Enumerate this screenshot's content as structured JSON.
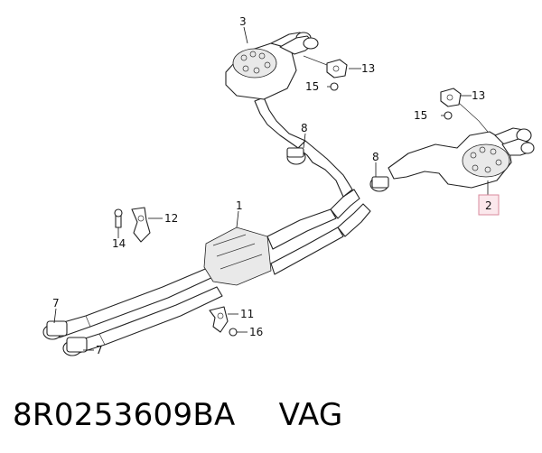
{
  "part_number": "8R0253609BA",
  "brand": "VAG",
  "highlight_color": "#fbe8ec",
  "highlight_border": "#d98a9c",
  "callouts": {
    "c1": "1",
    "c2": "2",
    "c3": "3",
    "c7a": "7",
    "c7b": "7",
    "c8a": "8",
    "c8b": "8",
    "c11": "11",
    "c12": "12",
    "c13a": "13",
    "c13b": "13",
    "c14": "14",
    "c15a": "15",
    "c15b": "15",
    "c16": "16"
  }
}
